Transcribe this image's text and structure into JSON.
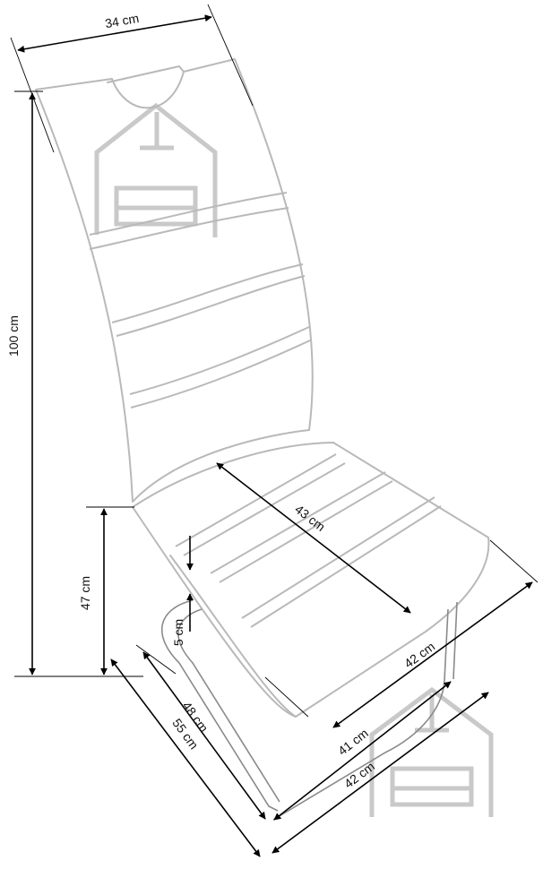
{
  "dimensions": {
    "backrest_width": "34 cm",
    "total_height": "100 cm",
    "seat_height": "47 cm",
    "seat_thickness": "5 cm",
    "seat_depth": "43 cm",
    "seat_width": "42 cm",
    "base_depth": "48 cm",
    "total_depth": "55 cm",
    "base_width": "41 cm",
    "total_width": "42 cm"
  },
  "icons": {
    "watermark": "house-with-sofa-logo"
  },
  "colors": {
    "outline": "#b9b9b9",
    "dimension_line": "#000000",
    "watermark": "#c9c9c9"
  }
}
